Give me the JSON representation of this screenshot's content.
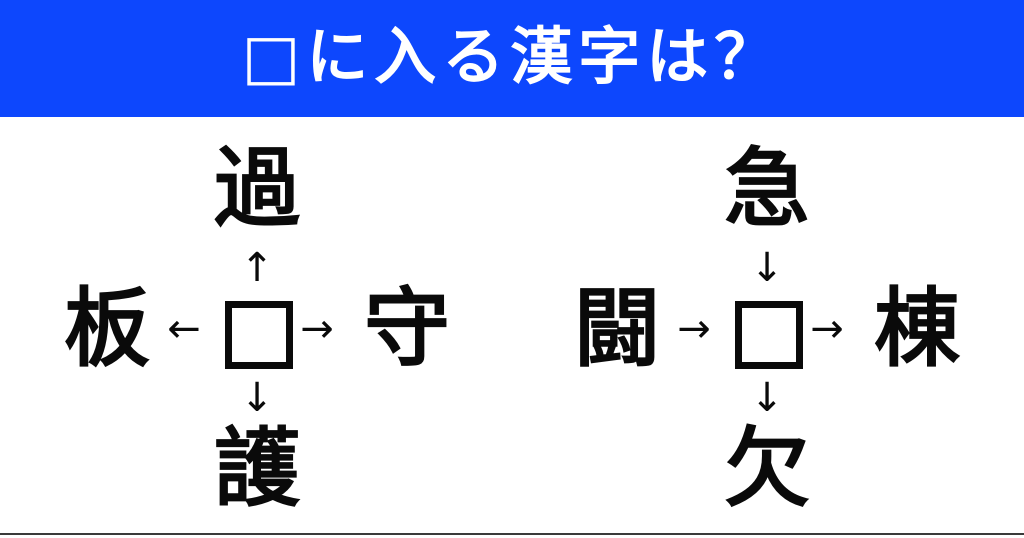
{
  "header": {
    "title": "□に入る漢字は？",
    "background_color": "#0d47fd",
    "text_color": "#ffffff"
  },
  "puzzles": [
    {
      "id": "puzzle-left",
      "center": "□",
      "top": {
        "kanji": "過",
        "arrow": "↑",
        "direction": "up",
        "reading_order": "center-to-top"
      },
      "left": {
        "kanji": "板",
        "arrow": "←",
        "direction": "left",
        "reading_order": "center-to-left"
      },
      "right": {
        "kanji": "守",
        "arrow": "→",
        "direction": "right",
        "reading_order": "center-to-right"
      },
      "bottom": {
        "kanji": "護",
        "arrow": "↓",
        "direction": "down",
        "reading_order": "center-to-bottom"
      }
    },
    {
      "id": "puzzle-right",
      "center": "□",
      "top": {
        "kanji": "急",
        "arrow": "↓",
        "direction": "down",
        "reading_order": "top-to-center"
      },
      "left": {
        "kanji": "闘",
        "arrow": "→",
        "direction": "right",
        "reading_order": "left-to-center"
      },
      "right": {
        "kanji": "棟",
        "arrow": "→",
        "direction": "right",
        "reading_order": "center-to-right"
      },
      "bottom": {
        "kanji": "欠",
        "arrow": "↓",
        "direction": "down",
        "reading_order": "center-to-bottom"
      }
    }
  ],
  "colors": {
    "accent_blue": "#0d47fd",
    "ink_black": "#0a0a0a",
    "page_white": "#ffffff",
    "rule_gray": "#3a3a3a"
  }
}
